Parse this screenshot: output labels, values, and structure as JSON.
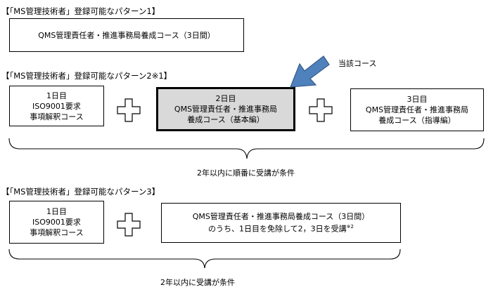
{
  "pattern1": {
    "heading": "【「MS管理技術者」登録可能なパターン1】",
    "box": "QMS管理責任者・推進事務局養成コース（3日間）"
  },
  "pattern2": {
    "heading": "【「MS管理技術者」登録可能なパターン2※1】",
    "pointer_label": "当該コース",
    "day1": [
      "1日目",
      "ISO9001要求",
      "事項解釈コース"
    ],
    "day2": [
      "2日目",
      "QMS管理責任者・推進事務局",
      "養成コース（基本編）"
    ],
    "day3": [
      "3日目",
      "QMS管理責任者・推進事務局",
      "養成コース（指導編）"
    ],
    "condition": "2年以内に順番に受講が条件"
  },
  "pattern3": {
    "heading": "【「MS管理技術者」登録可能なパターン3】",
    "day1": [
      "1日目",
      "ISO9001要求",
      "事項解釈コース"
    ],
    "line1": "QMS管理責任者・推進事務局養成コース（3日間）",
    "line2": "のうち、1日目を免除して2，3日を受講",
    "note_mark": "※2",
    "condition": "2年以内に受講が条件"
  },
  "colors": {
    "arrow": "#4f81bd",
    "arrow_border": "#385d8a",
    "highlight": "#d9d9d9"
  }
}
